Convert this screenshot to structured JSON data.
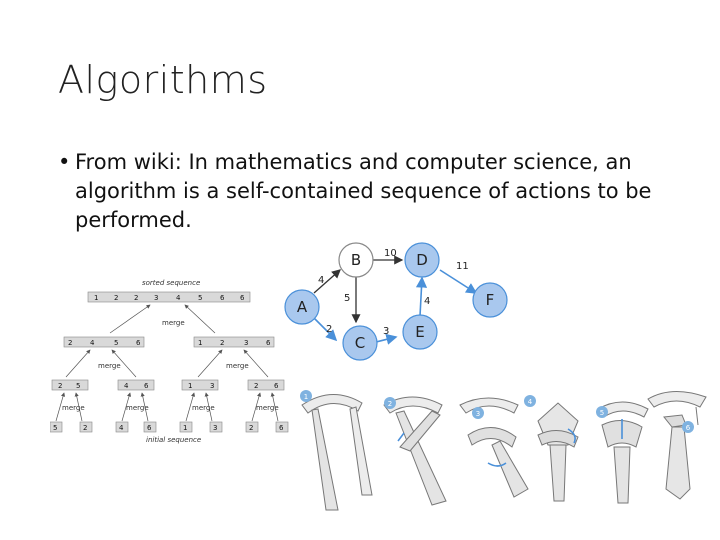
{
  "slide": {
    "title": "Algorithms",
    "bullet_char": "•",
    "bullet_text": "From wiki: In mathematics and computer science, an algorithm is a self-contained sequence of actions to be performed."
  },
  "merge_sort": {
    "top_label": "sorted sequence",
    "bottom_label": "initial sequence",
    "merge_label": "merge",
    "sorted_row": [
      "1",
      "2",
      "2",
      "3",
      "4",
      "5",
      "6",
      "6"
    ],
    "level2_left": [
      "2",
      "4",
      "5",
      "6"
    ],
    "level2_right": [
      "1",
      "2",
      "3",
      "6"
    ],
    "level3": [
      [
        "2",
        "5"
      ],
      [
        "4",
        "6"
      ],
      [
        "1",
        "3"
      ],
      [
        "2",
        "6"
      ]
    ],
    "initial_row": [
      "5",
      "2",
      "4",
      "6",
      "1",
      "3",
      "2",
      "6"
    ]
  },
  "graph": {
    "nodes": [
      "A",
      "B",
      "C",
      "D",
      "E",
      "F"
    ],
    "edge_weights": {
      "A_B": "4",
      "A_C": "2",
      "B_C": "5",
      "B_D": "10",
      "C_E": "3",
      "E_D": "4",
      "D_F": "11"
    },
    "colors": {
      "blue": "#4a90d9",
      "blue_fill": "#a9c8ee",
      "edge": "#333333"
    }
  },
  "tie_steps": {
    "labels": [
      "1",
      "2",
      "3",
      "4",
      "5",
      "6"
    ],
    "badge_color": "#7fb2e0"
  }
}
